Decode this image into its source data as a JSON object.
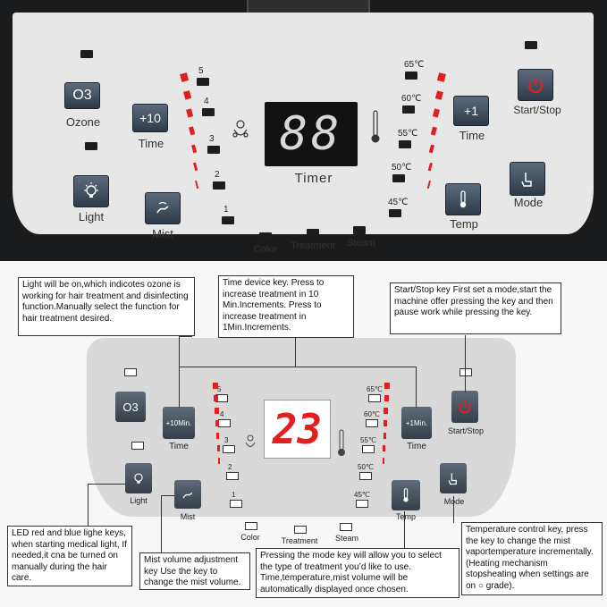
{
  "top_panel": {
    "ozone_key": "O3",
    "ozone_label": "Ozone",
    "plus10_key": "+10",
    "plus10_label": "Time",
    "light_label": "Light",
    "mist_label": "Mist",
    "levels": [
      "5",
      "4",
      "3",
      "2",
      "1"
    ],
    "display": "88",
    "timer_label": "Timer",
    "temps": [
      "65℃",
      "60℃",
      "55℃",
      "50℃",
      "45℃"
    ],
    "modes": [
      "Color",
      "Treatment",
      "Steam"
    ],
    "plus1_key": "+1",
    "plus1_label": "Time",
    "start_label": "Start/Stop",
    "temp_label": "Temp",
    "mode_label": "Mode"
  },
  "bottom_panel": {
    "ozone_key": "O3",
    "plus10_key": "+10Min.",
    "plus10_label": "Time",
    "light_label": "Light",
    "mist_label": "Mist",
    "levels": [
      "5",
      "4",
      "3",
      "2",
      "1"
    ],
    "display": "23",
    "temps": [
      "65℃",
      "60℃",
      "55℃",
      "50℃",
      "45℃"
    ],
    "modes": [
      "Color",
      "Treatment",
      "Steam"
    ],
    "plus1_key": "+1Min.",
    "plus1_label": "Time",
    "start_label": "Start/Stop",
    "temp_label": "Temp",
    "mode_label": "Mode"
  },
  "callouts": {
    "light": "Light will be on,which indicotes ozone is working for hair treatment and disinfecting function.Manually select the function for hair treatment desired.",
    "time": "Time device key. Press to increase treatment in 10 Min.Increments. Press to increase treatment in 1Min.Increments.",
    "start": "Start/Stop key First set a mode,start the machine offer pressing the key and then pause work while pressing the key.",
    "led": "LED red and blue lighe keys, when starting medical light, If needed,it cna be turned on manually during the hair care.",
    "mist": "Mist volume adjustment key Use the key to change the mist volume.",
    "mode": "Pressing the mode key will allow you to select the type of treatment you’d like to use. Time,temperature,mist volume will be automatically displayed once chosen.",
    "temp": "Temperature control key, press the key to change the mist vaportemperature incrementally.(Heating mechanism stopsheating when settings are on ○ grade)."
  },
  "colors": {
    "led_red": "#e02020",
    "key_blue": "#4a5a6c",
    "start_red": "#d11"
  }
}
